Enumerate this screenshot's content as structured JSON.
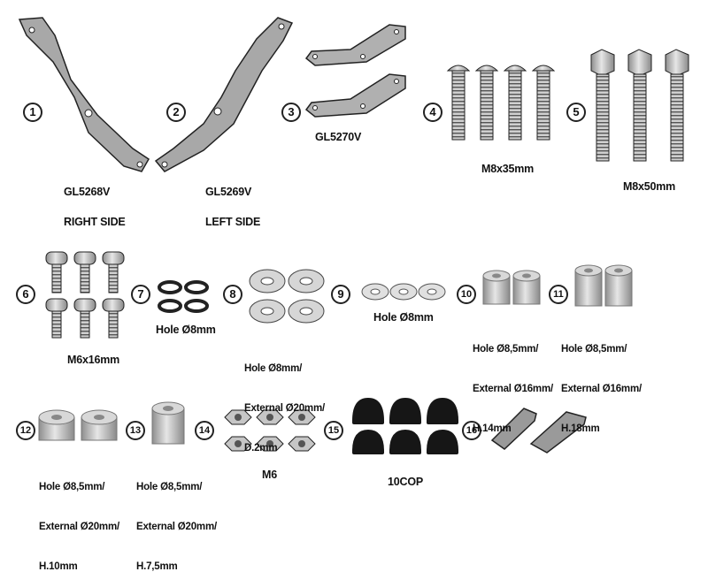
{
  "items": [
    {
      "number": "1",
      "code": "GL5268V",
      "label": "RIGHT SIDE"
    },
    {
      "number": "2",
      "code": "GL5269V",
      "label": "LEFT SIDE"
    },
    {
      "number": "3",
      "code": "GL5270V"
    },
    {
      "number": "4",
      "label": "M8x35mm"
    },
    {
      "number": "5",
      "label": "M8x50mm"
    },
    {
      "number": "6",
      "label": "M6x16mm"
    },
    {
      "number": "7",
      "label": "Hole Ø8mm"
    },
    {
      "number": "8",
      "label_lines": [
        "Hole Ø8mm/",
        "External Ø20mm/",
        "D.2mm"
      ]
    },
    {
      "number": "9",
      "label": "Hole Ø8mm"
    },
    {
      "number": "10",
      "label_lines": [
        "Hole Ø8,5mm/",
        "External Ø16mm/",
        "H.14mm"
      ]
    },
    {
      "number": "11",
      "label_lines": [
        "Hole Ø8,5mm/",
        "External Ø16mm/",
        "H.18mm"
      ]
    },
    {
      "number": "12",
      "label_lines": [
        "Hole Ø8,5mm/",
        "External Ø20mm/",
        "H.10mm"
      ]
    },
    {
      "number": "13",
      "label_lines": [
        "Hole Ø8,5mm/",
        "External Ø20mm/",
        "H.7,5mm"
      ]
    },
    {
      "number": "14",
      "label": "M6"
    },
    {
      "number": "15",
      "label": "10COP"
    },
    {
      "number": "16"
    }
  ],
  "colors": {
    "metal": "#b9b9b9",
    "outline": "#222222",
    "cap": "#161616"
  }
}
